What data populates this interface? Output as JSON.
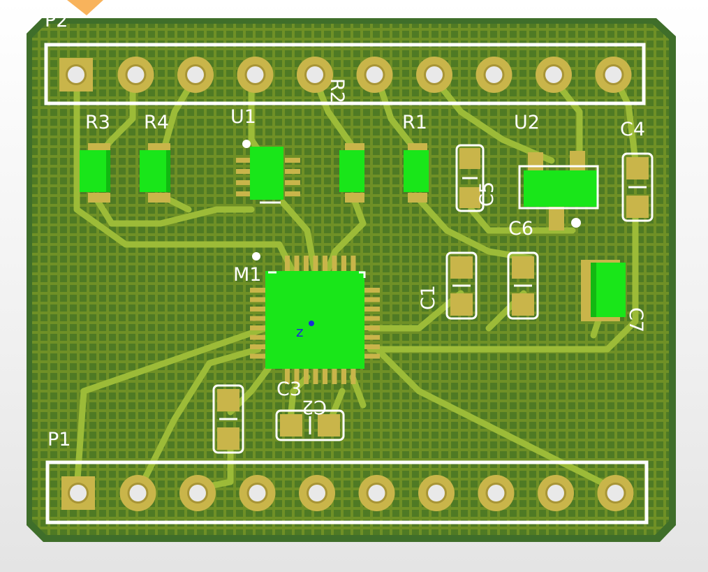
{
  "board": {
    "substrate_color": "#4a7a2e",
    "copper_color": "#7a9c2a",
    "trace_color": "#8aaa30",
    "pad_color": "#c9b54a",
    "pad_hole_color": "#e9e9e9",
    "component_color": "#19e619",
    "silkscreen_color": "#ffffff"
  },
  "headers": [
    {
      "id": "P2",
      "label": "P2",
      "pins": 10
    },
    {
      "id": "P1",
      "label": "P1",
      "pins": 10
    }
  ],
  "components": [
    {
      "id": "R3",
      "label": "R3"
    },
    {
      "id": "R4",
      "label": "R4"
    },
    {
      "id": "U1",
      "label": "U1"
    },
    {
      "id": "R2",
      "label": "R2"
    },
    {
      "id": "R1",
      "label": "R1"
    },
    {
      "id": "U2",
      "label": "U2"
    },
    {
      "id": "C4",
      "label": "C4"
    },
    {
      "id": "C5",
      "label": "C5"
    },
    {
      "id": "C6",
      "label": "C6"
    },
    {
      "id": "M1",
      "label": "M1"
    },
    {
      "id": "C1",
      "label": "C1"
    },
    {
      "id": "C7",
      "label": "C7"
    },
    {
      "id": "C3",
      "label": "C3"
    },
    {
      "id": "C2",
      "label": "C2"
    }
  ],
  "axis_marker": {
    "label": "z",
    "color": "#1a2dd6"
  }
}
